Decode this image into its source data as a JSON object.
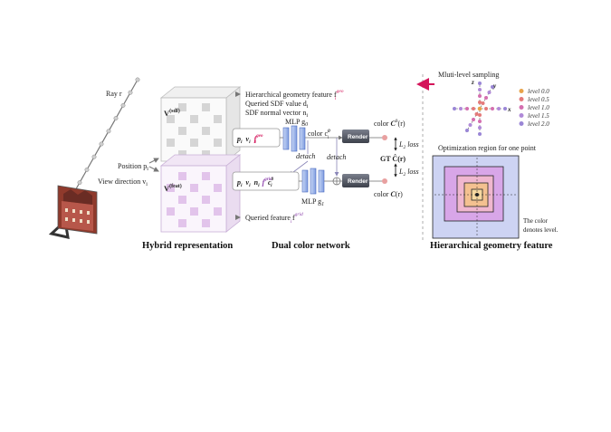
{
  "labels": {
    "ray": "Ray r",
    "position": "Position p",
    "position_sub": "i",
    "view_direction": "View direction v",
    "view_direction_sub": "i",
    "v_sdf": "V",
    "v_sdf_sup": "(sdf)",
    "v_feat": "V",
    "v_feat_sup": "(feat)",
    "hier_geo_feature": "Hierarchical geometry feature f",
    "hier_geo_sup": "geo",
    "hier_geo_sub": "i",
    "queried_sdf": "Queried SDF value d",
    "queried_sdf_sub": "i",
    "sdf_normal": "SDF normal vector n",
    "sdf_normal_sub": "i",
    "queried_feature": "Queried feature f",
    "queried_feature_sup": "grid",
    "queried_feature_sub": "i",
    "mlp0": "MLP g",
    "mlp0_sub": "0",
    "mlp1": "MLP g",
    "mlp1_sub": "1",
    "color_c0": "color c",
    "color_c0_sup": "0",
    "color_c0_sub": "i",
    "detach1": "detach",
    "detach2": "detach",
    "render1": "Render",
    "render2": "Render",
    "color_C0": "color C",
    "color_C0_sup": "0",
    "color_C0_arg": "(r)",
    "l2_loss1": "L",
    "l2_loss1_sub": "2",
    "l2_loss1_suffix": " loss",
    "gt": "GT Ĉ(r)",
    "l2_loss2": "L",
    "l2_loss2_sub": "2",
    "l2_loss2_suffix": " loss",
    "color_C": "color C(r)",
    "input1": "p",
    "input1_sub": "i",
    "input2": "v",
    "input2_sub": "i",
    "input3": "f",
    "input3_sup": "geo",
    "input3_sub": "i",
    "input4": "p",
    "input4_sub": "i",
    "input5": "v",
    "input5_sub": "i",
    "input6": "n",
    "input6_sub": "i",
    "input7": "f",
    "input7_sup": "grid",
    "input7_sub": "i",
    "input8": "c",
    "input8_sup": "0",
    "input8_sub": "i",
    "multi_level_sampling": "Mluti-level sampling",
    "axis_z": "z",
    "axis_y": "y",
    "axis_x": "x",
    "optimization_region": "Optimization region for one point",
    "color_note_line1": "The color",
    "color_note_line2": "denotes level."
  },
  "legend": [
    {
      "label": "level 0.0",
      "color": "#e8a34a"
    },
    {
      "label": "level 0.5",
      "color": "#e47a7a"
    },
    {
      "label": "level 1.0",
      "color": "#d46fb0"
    },
    {
      "label": "level 1.5",
      "color": "#b08ad8"
    },
    {
      "label": "level 2.0",
      "color": "#9a86d6"
    }
  ],
  "captions": {
    "hybrid": "Hybrid representation",
    "dual": "Dual color network",
    "hier": "Hierarchical geometry feature"
  },
  "colors": {
    "accent_pink": "#d4145a",
    "accent_purple": "#8e44ad",
    "mlp_blue": "#5b7fd1",
    "render_gray": "#555a66"
  }
}
